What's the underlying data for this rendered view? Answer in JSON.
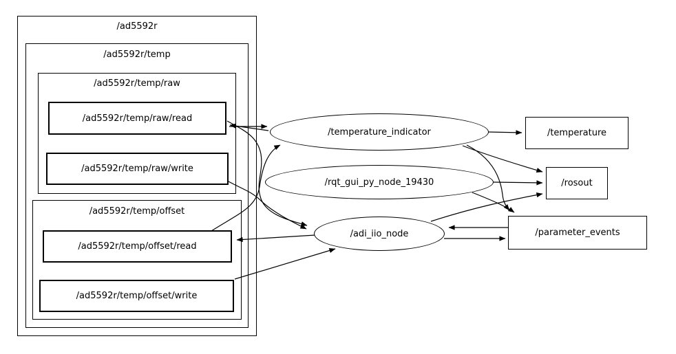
{
  "app": {
    "description": "ROS rqt_graph node/topic/service graph view"
  },
  "colors": {
    "background": "#ffffff",
    "stroke": "#000000",
    "text": "#000000",
    "node_fill": "#ffffff"
  },
  "diagram": {
    "clusters": [
      {
        "id": "ad5592r",
        "label": "/ad5592r"
      },
      {
        "id": "temp",
        "label": "/ad5592r/temp"
      },
      {
        "id": "raw",
        "label": "/ad5592r/temp/raw"
      },
      {
        "id": "offset",
        "label": "/ad5592r/temp/offset"
      }
    ],
    "services": [
      {
        "id": "raw-read",
        "label": "/ad5592r/temp/raw/read"
      },
      {
        "id": "raw-write",
        "label": "/ad5592r/temp/raw/write"
      },
      {
        "id": "offset-read",
        "label": "/ad5592r/temp/offset/read"
      },
      {
        "id": "offset-write",
        "label": "/ad5592r/temp/offset/write"
      }
    ],
    "nodes": [
      {
        "id": "temperature-indicator",
        "label": "/temperature_indicator"
      },
      {
        "id": "rqt-gui-py-node",
        "label": "/rqt_gui_py_node_19430"
      },
      {
        "id": "adi-iio-node",
        "label": "/adi_iio_node"
      }
    ],
    "topics": [
      {
        "id": "temperature",
        "label": "/temperature"
      },
      {
        "id": "rosout",
        "label": "/rosout"
      },
      {
        "id": "parameter-events",
        "label": "/parameter_events"
      }
    ],
    "edges": [
      {
        "from": "/temperature_indicator",
        "to": "/ad5592r/temp/raw/read"
      },
      {
        "from": "/ad5592r/temp/raw/read",
        "to": "/temperature_indicator"
      },
      {
        "from": "/ad5592r/temp/offset/read",
        "to": "/temperature_indicator"
      },
      {
        "from": "/ad5592r/temp/raw/read",
        "to": "/adi_iio_node"
      },
      {
        "from": "/ad5592r/temp/raw/write",
        "to": "/adi_iio_node"
      },
      {
        "from": "/ad5592r/temp/offset/write",
        "to": "/adi_iio_node"
      },
      {
        "from": "/adi_iio_node",
        "to": "/ad5592r/temp/offset/read"
      },
      {
        "from": "/temperature_indicator",
        "to": "/temperature"
      },
      {
        "from": "/temperature_indicator",
        "to": "/rosout"
      },
      {
        "from": "/rqt_gui_py_node_19430",
        "to": "/rosout"
      },
      {
        "from": "/adi_iio_node",
        "to": "/rosout"
      },
      {
        "from": "/temperature_indicator",
        "to": "/parameter_events"
      },
      {
        "from": "/rqt_gui_py_node_19430",
        "to": "/parameter_events"
      },
      {
        "from": "/parameter_events",
        "to": "/adi_iio_node"
      },
      {
        "from": "/adi_iio_node",
        "to": "/parameter_events"
      }
    ]
  }
}
